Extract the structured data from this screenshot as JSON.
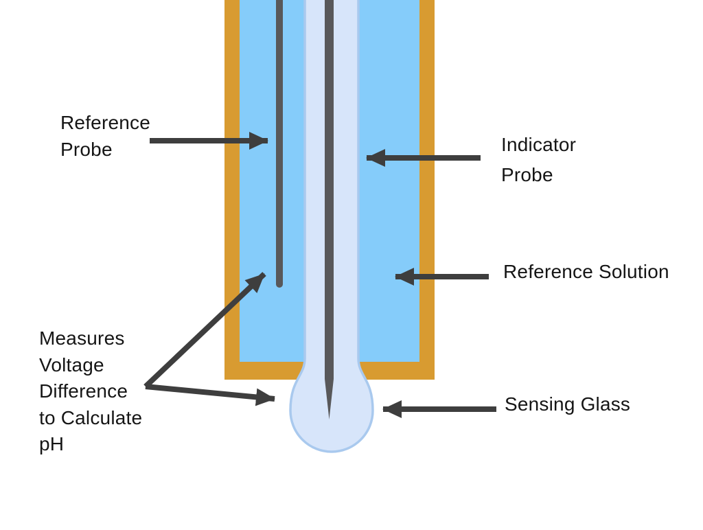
{
  "labels": {
    "reference_probe": {
      "lines": [
        "Reference",
        "Probe"
      ]
    },
    "indicator_probe": {
      "lines": [
        "Indicator",
        "Probe"
      ]
    },
    "reference_solution": {
      "text": "Reference Solution"
    },
    "sensing_glass": {
      "text": "Sensing Glass"
    },
    "voltage_note": {
      "lines": [
        "Measures",
        "Voltage",
        "Difference",
        "to Calculate",
        "pH"
      ]
    }
  },
  "colors": {
    "glass_body": "#D89B31",
    "solution": "#85CCFA",
    "inner_tube_fill": "#D7E5FA",
    "inner_tube_stroke": "#A9C9EE",
    "wire": "#58585A",
    "arrow": "#3E3E3E",
    "text": "#151515",
    "background": "#FFFFFF"
  }
}
